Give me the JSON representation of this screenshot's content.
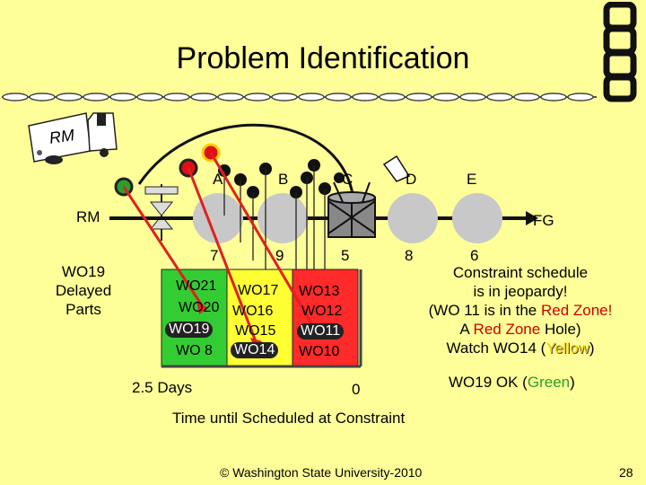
{
  "slide": {
    "title": "Problem Identification",
    "page_number": "28",
    "footer": "© Washington State University-2010"
  },
  "truck": {
    "label": "RM"
  },
  "flow": {
    "start_label": "RM",
    "end_label": "FG",
    "resources": [
      "A",
      "B",
      "C",
      "D",
      "E"
    ],
    "times": [
      "7",
      "9",
      "5",
      "8",
      "6"
    ]
  },
  "buffer": {
    "green_orders": [
      "WO21",
      "WO20",
      "WO19",
      "WO 8"
    ],
    "yellow_orders": [
      "WO17",
      "WO16",
      "WO15",
      "WO14"
    ],
    "red_orders": [
      "WO13",
      "WO12",
      "WO11",
      "WO10"
    ],
    "left_time": "2.5 Days",
    "right_time": "0",
    "axis_caption": "Time until Scheduled at Constraint",
    "colors": {
      "green": "#33cc33",
      "yellow": "#ffff33",
      "red": "#ff2a2a"
    }
  },
  "notes": {
    "delayed_line1": "WO19",
    "delayed_line2": "Delayed",
    "delayed_line3": "Parts",
    "constraint_line1": "Constraint schedule",
    "constraint_line2": "is in jeopardy!",
    "constraint_line3_pre": "(WO 11 is in the ",
    "constraint_line3_red": "Red Zone!",
    "constraint_line4_pre": "A ",
    "constraint_line4_red": "Red Zone",
    "constraint_line4_post": " Hole)",
    "constraint_line5_pre": "Watch WO14 (",
    "constraint_line5_yellow": "Yellow",
    "constraint_line5_post": ")",
    "wo19_ok_pre": "WO19 OK (",
    "wo19_ok_green": "Green",
    "wo19_ok_post": ")"
  }
}
